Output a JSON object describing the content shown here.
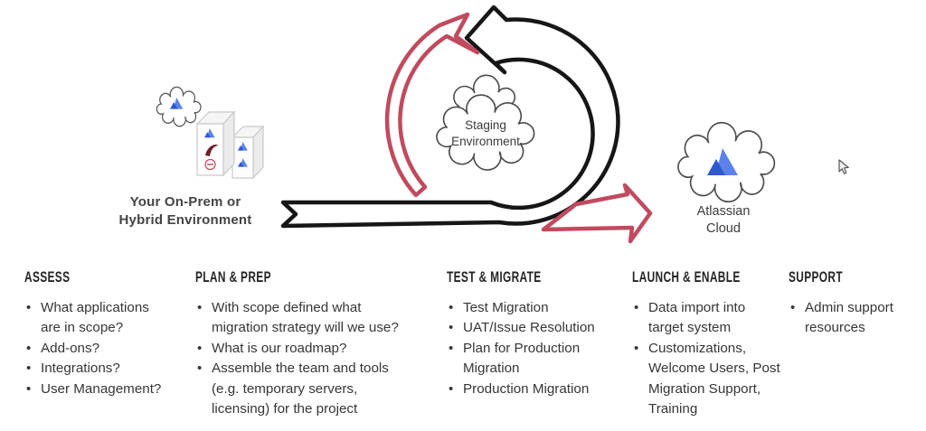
{
  "diagram": {
    "onprem_label": "Your On-Prem or\nHybrid Environment",
    "staging_label": "Staging\nEnvironment",
    "cloud_label": "Atlassian\nCloud"
  },
  "icons": {
    "loop_arrow": "black-loop-arrow",
    "iteration_arrow": "red-iteration-arrow",
    "migration_arrow": "red-migration-arrow",
    "staging_cloud": "staging-cloud-icon",
    "atlassian_cloud": "atlassian-cloud-icon",
    "onprem_servers": "server-towers-icon",
    "cursor": "mouse-cursor"
  },
  "colors": {
    "arrow_black": "#161616",
    "arrow_red": "#c14a5e",
    "cloud_outline": "#4d4d4d",
    "atlassian_blue": "#5b82e8",
    "atlassian_blue_dark": "#2f58cf",
    "server_edge": "#c9c9c9",
    "maroon_logo": "#6e1e2e"
  },
  "columns": [
    {
      "heading": "ASSESS",
      "items": [
        "What applications\nare in scope?",
        "Add-ons?",
        "Integrations?",
        "User Management?"
      ]
    },
    {
      "heading": "PLAN & PREP",
      "items": [
        "With scope defined what\nmigration strategy will we use?",
        "What is our roadmap?",
        "Assemble the team and tools\n(e.g. temporary servers,\nlicensing) for the project"
      ]
    },
    {
      "heading": "TEST & MIGRATE",
      "items": [
        "Test Migration",
        "UAT/Issue Resolution",
        "Plan for Production\nMigration",
        "Production Migration"
      ]
    },
    {
      "heading": "LAUNCH & ENABLE",
      "items": [
        "Data import into\ntarget system",
        "Customizations,\nWelcome Users, Post\nMigration Support,\nTraining"
      ]
    },
    {
      "heading": "SUPPORT",
      "items": [
        "Admin support\nresources"
      ]
    }
  ]
}
